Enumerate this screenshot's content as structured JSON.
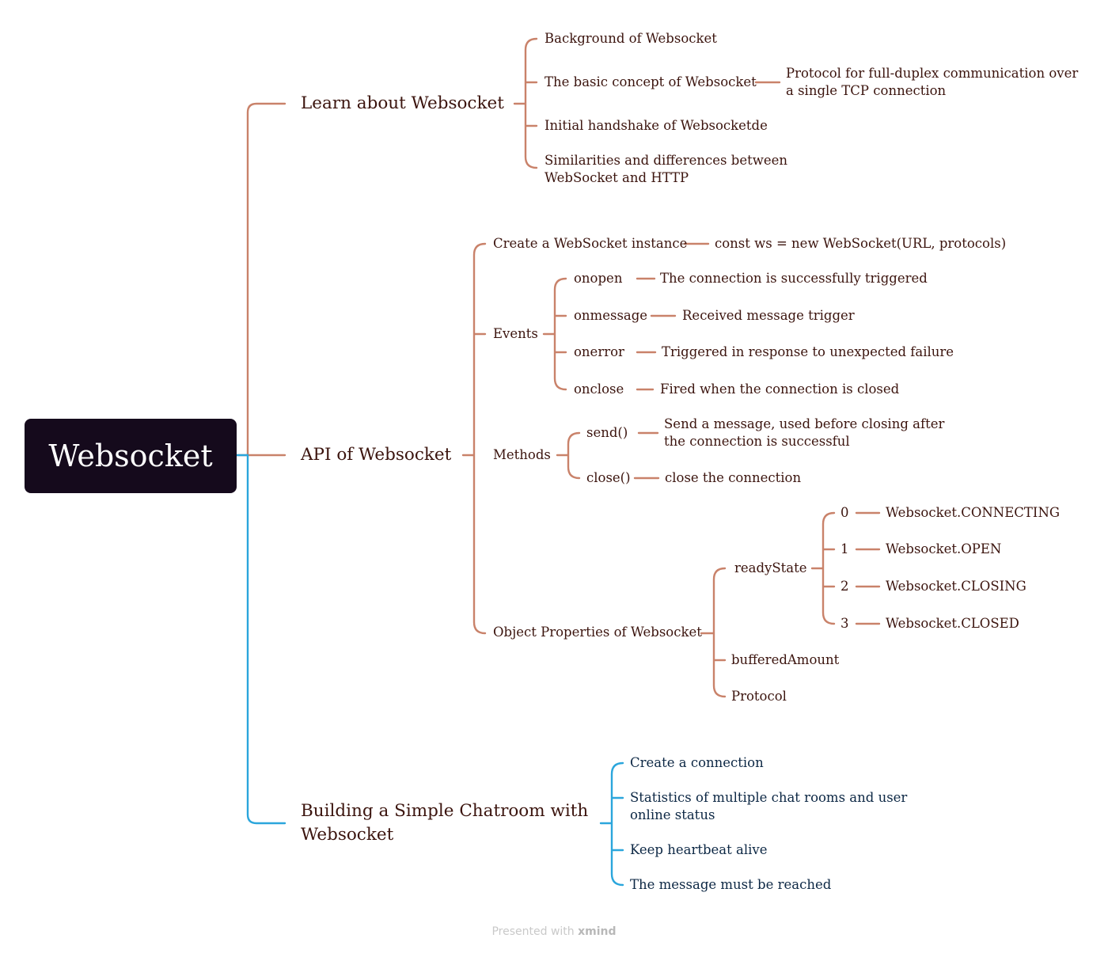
{
  "root": "Websocket",
  "branches": {
    "learn": {
      "title": "Learn about Websocket",
      "items": [
        "Background of Websocket",
        "The basic concept of Websocket",
        "Initial handshake of Websocketde",
        "Similarities and differences between",
        "WebSocket and HTTP"
      ],
      "concept_detail": [
        "Protocol for full-duplex communication over",
        "a single TCP connection"
      ]
    },
    "api": {
      "title": "API of Websocket",
      "create": "Create a WebSocket instance",
      "create_code": "const ws = new WebSocket(URL, protocols)",
      "events": {
        "label": "Events",
        "items": [
          {
            "name": "onopen",
            "desc": "The connection is successfully triggered"
          },
          {
            "name": "onmessage",
            "desc": "Received message trigger"
          },
          {
            "name": "onerror",
            "desc": "Triggered in response to unexpected failure"
          },
          {
            "name": "onclose",
            "desc": "Fired when the connection is closed"
          }
        ]
      },
      "methods": {
        "label": "Methods",
        "send": "send()",
        "send_desc": [
          "Send a message, used before closing after",
          "the connection is successful"
        ],
        "close": "close()",
        "close_desc": "close the connection"
      },
      "props": {
        "label": "Object Properties of Websocket",
        "ready_state": "readyState",
        "states": [
          {
            "code": "0",
            "name": "Websocket.CONNECTING"
          },
          {
            "code": "1",
            "name": "Websocket.OPEN"
          },
          {
            "code": "2",
            "name": "Websocket.CLOSING"
          },
          {
            "code": "3",
            "name": "Websocket.CLOSED"
          }
        ],
        "buffered": "bufferedAmount",
        "protocol": "Protocol"
      }
    },
    "chat": {
      "title": [
        "Building a Simple Chatroom with",
        "Websocket"
      ],
      "items": [
        "Create a connection",
        "Statistics of multiple chat rooms and user",
        "online status",
        "Keep heartbeat alive",
        "The message must be reached"
      ]
    }
  },
  "footer": {
    "prefix": "Presented with ",
    "brand": "xmind"
  },
  "colors": {
    "orange": "#c9826a",
    "blue": "#2ba6dc",
    "root_bg": "#150a1c"
  }
}
